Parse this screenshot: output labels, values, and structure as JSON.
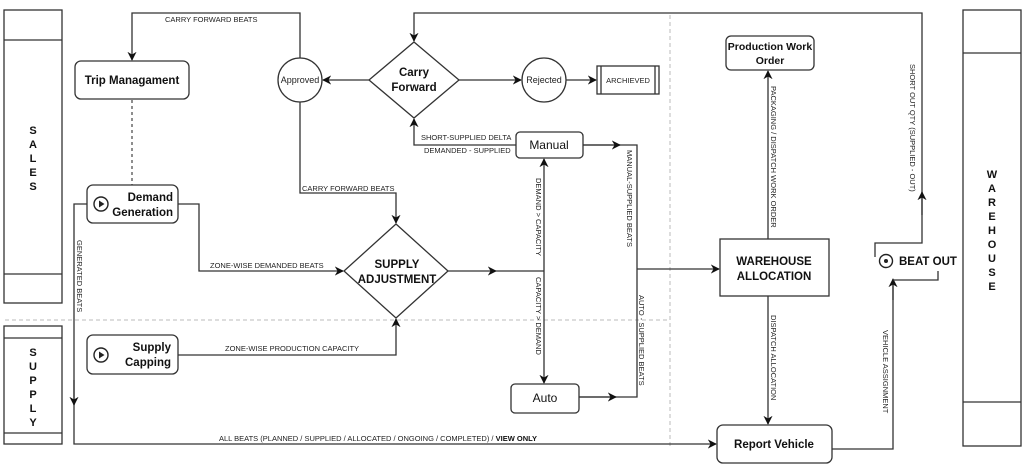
{
  "lanes": {
    "sales": [
      "S",
      "A",
      "L",
      "E",
      "S"
    ],
    "supply": [
      "S",
      "U",
      "P",
      "P",
      "L",
      "Y"
    ],
    "warehouse": [
      "W",
      "A",
      "R",
      "E",
      "H",
      "O",
      "U",
      "S",
      "E"
    ]
  },
  "nodes": {
    "trip_management": "Trip Managament",
    "approved": "Approved",
    "carry_forward": [
      "Carry",
      "Forward"
    ],
    "rejected": "Rejected",
    "archived": "ARCHIEVED",
    "manual": "Manual",
    "demand_generation": [
      "Demand",
      "Generation"
    ],
    "supply_adjustment": [
      "SUPPLY",
      "ADJUSTMENT"
    ],
    "supply_capping": [
      "Supply",
      "Capping"
    ],
    "auto": "Auto",
    "warehouse_allocation": [
      "WAREHOUSE",
      "ALLOCATION"
    ],
    "production_work_order": [
      "Production Work",
      "Order"
    ],
    "beat_out": "BEAT OUT",
    "report_vehicle": "Report Vehicle"
  },
  "edges": {
    "carry_forward_beats_top": "CARRY FORWARD BEATS",
    "carry_forward_beats_mid": "CARRY FORWARD BEATS",
    "short_supplied_delta": "SHORT-SUPPLIED DELTA",
    "demanded_minus_supplied": "DEMANDED - SUPPLIED",
    "zone_wise_demanded_beats": "ZONE-WISE DEMANDED BEATS",
    "generated_beats": "GENERATED BEATS",
    "zone_wise_production_capacity": "ZONE-WISE PRODUCTION CAPACITY",
    "demand_gt_capacity": "DEMAND > CAPACITY",
    "capacity_gt_demand": "CAPACITY > DEMAND",
    "manual_supplied_beats": "MANUAL-SUPPLIED BEATS",
    "auto_supplied_beats": "AUTO - SUPPLIED BEATS",
    "packaging_dispatch_work_order": "PACKAGING / DISPATCH WORK ORDER",
    "dispatch_allocation": "DISPATCH ALLOCATION",
    "short_out_qty": "SHORT OUT QTY (SUPPLIED - OUT)",
    "vehicle_assignment": "VEHICLE ASSIGNMENT",
    "all_beats": "ALL BEATS (PLANNED / SUPPLIED / ALLOCATED / ONGOING / COMPLETED) / ",
    "all_beats_view_only": "VIEW ONLY"
  }
}
